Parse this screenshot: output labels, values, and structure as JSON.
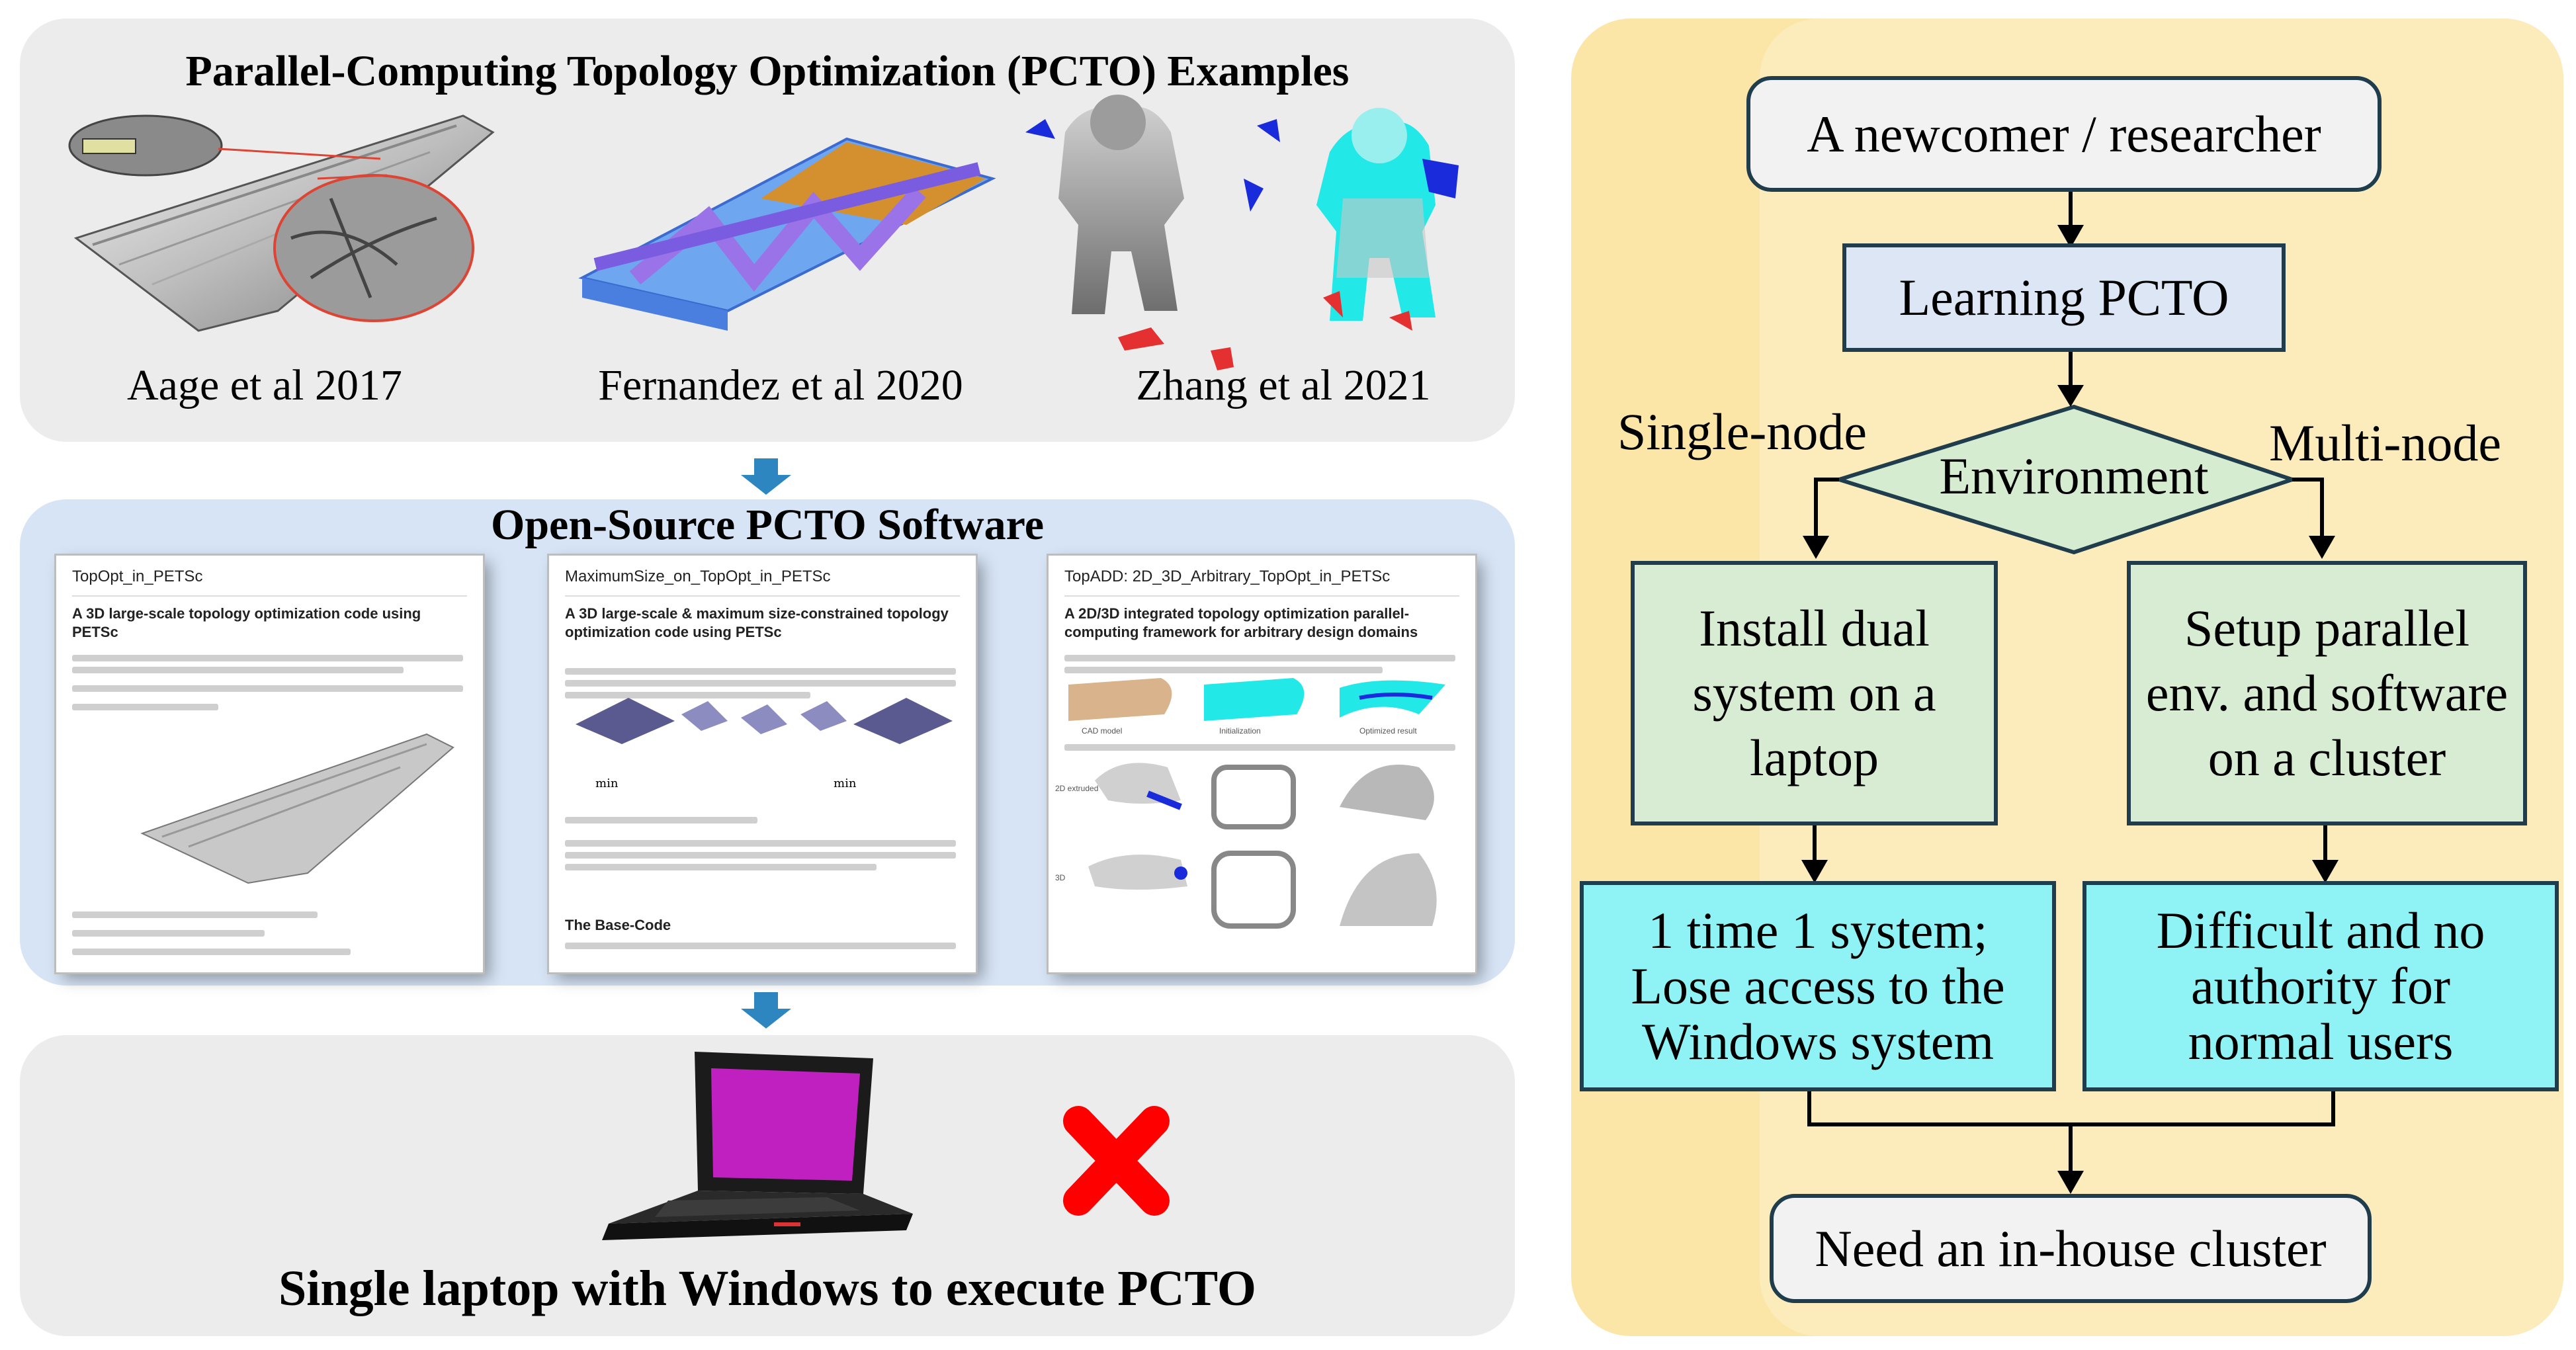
{
  "left": {
    "examples": {
      "title": "Parallel-Computing Topology Optimization (PCTO) Examples",
      "items": [
        {
          "caption": "Aage et al 2017"
        },
        {
          "caption": "Fernandez et al 2020"
        },
        {
          "caption": "Zhang et al 2021"
        }
      ]
    },
    "software": {
      "title": "Open-Source PCTO Software",
      "cards": [
        {
          "repo": "TopOpt_in_PETSc",
          "heading": "A 3D large-scale topology optimization code using PETSc"
        },
        {
          "repo": "MaximumSize_on_TopOpt_in_PETSc",
          "heading": "A 3D large-scale & maximum size-constrained topology optimization code using PETSc"
        },
        {
          "repo": "TopADD: 2D_3D_Arbitrary_TopOpt_in_PETSc",
          "heading": "A 2D/3D integrated topology optimization parallel-computing framework for arbitrary design domains"
        }
      ],
      "card2_subheading": "The Base-Code",
      "card3_fig_labels": [
        "CAD model",
        "Initialization",
        "Optimized result"
      ],
      "card3_row_labels": [
        "2D extruded",
        "3D"
      ]
    },
    "laptop": {
      "caption": "Single laptop with Windows to execute PCTO"
    }
  },
  "flowchart": {
    "start": "A newcomer / researcher",
    "learn": "Learning PCTO",
    "decision": "Environment",
    "branch_left": "Single-node",
    "branch_right": "Multi-node",
    "left_step": "Install dual system on a laptop",
    "right_step": "Setup parallel env. and software on a cluster",
    "left_issue": "1 time 1 system; Lose access to the Windows system",
    "right_issue": "Difficult and no authority for normal users",
    "end": "Need an in-house cluster"
  },
  "colors": {
    "panel_gray": "#ececec",
    "panel_blue": "#d6e4f5",
    "panel_yellow": "#fbe6a8",
    "box_gray": "#f2f2f2",
    "box_blue": "#dce6f5",
    "box_green": "#d8ecd3",
    "box_cyan": "#8ff3f5",
    "arrow_blue": "#2e86c1",
    "cross_red": "#ff0000",
    "laptop_screen": "#c020c0"
  }
}
